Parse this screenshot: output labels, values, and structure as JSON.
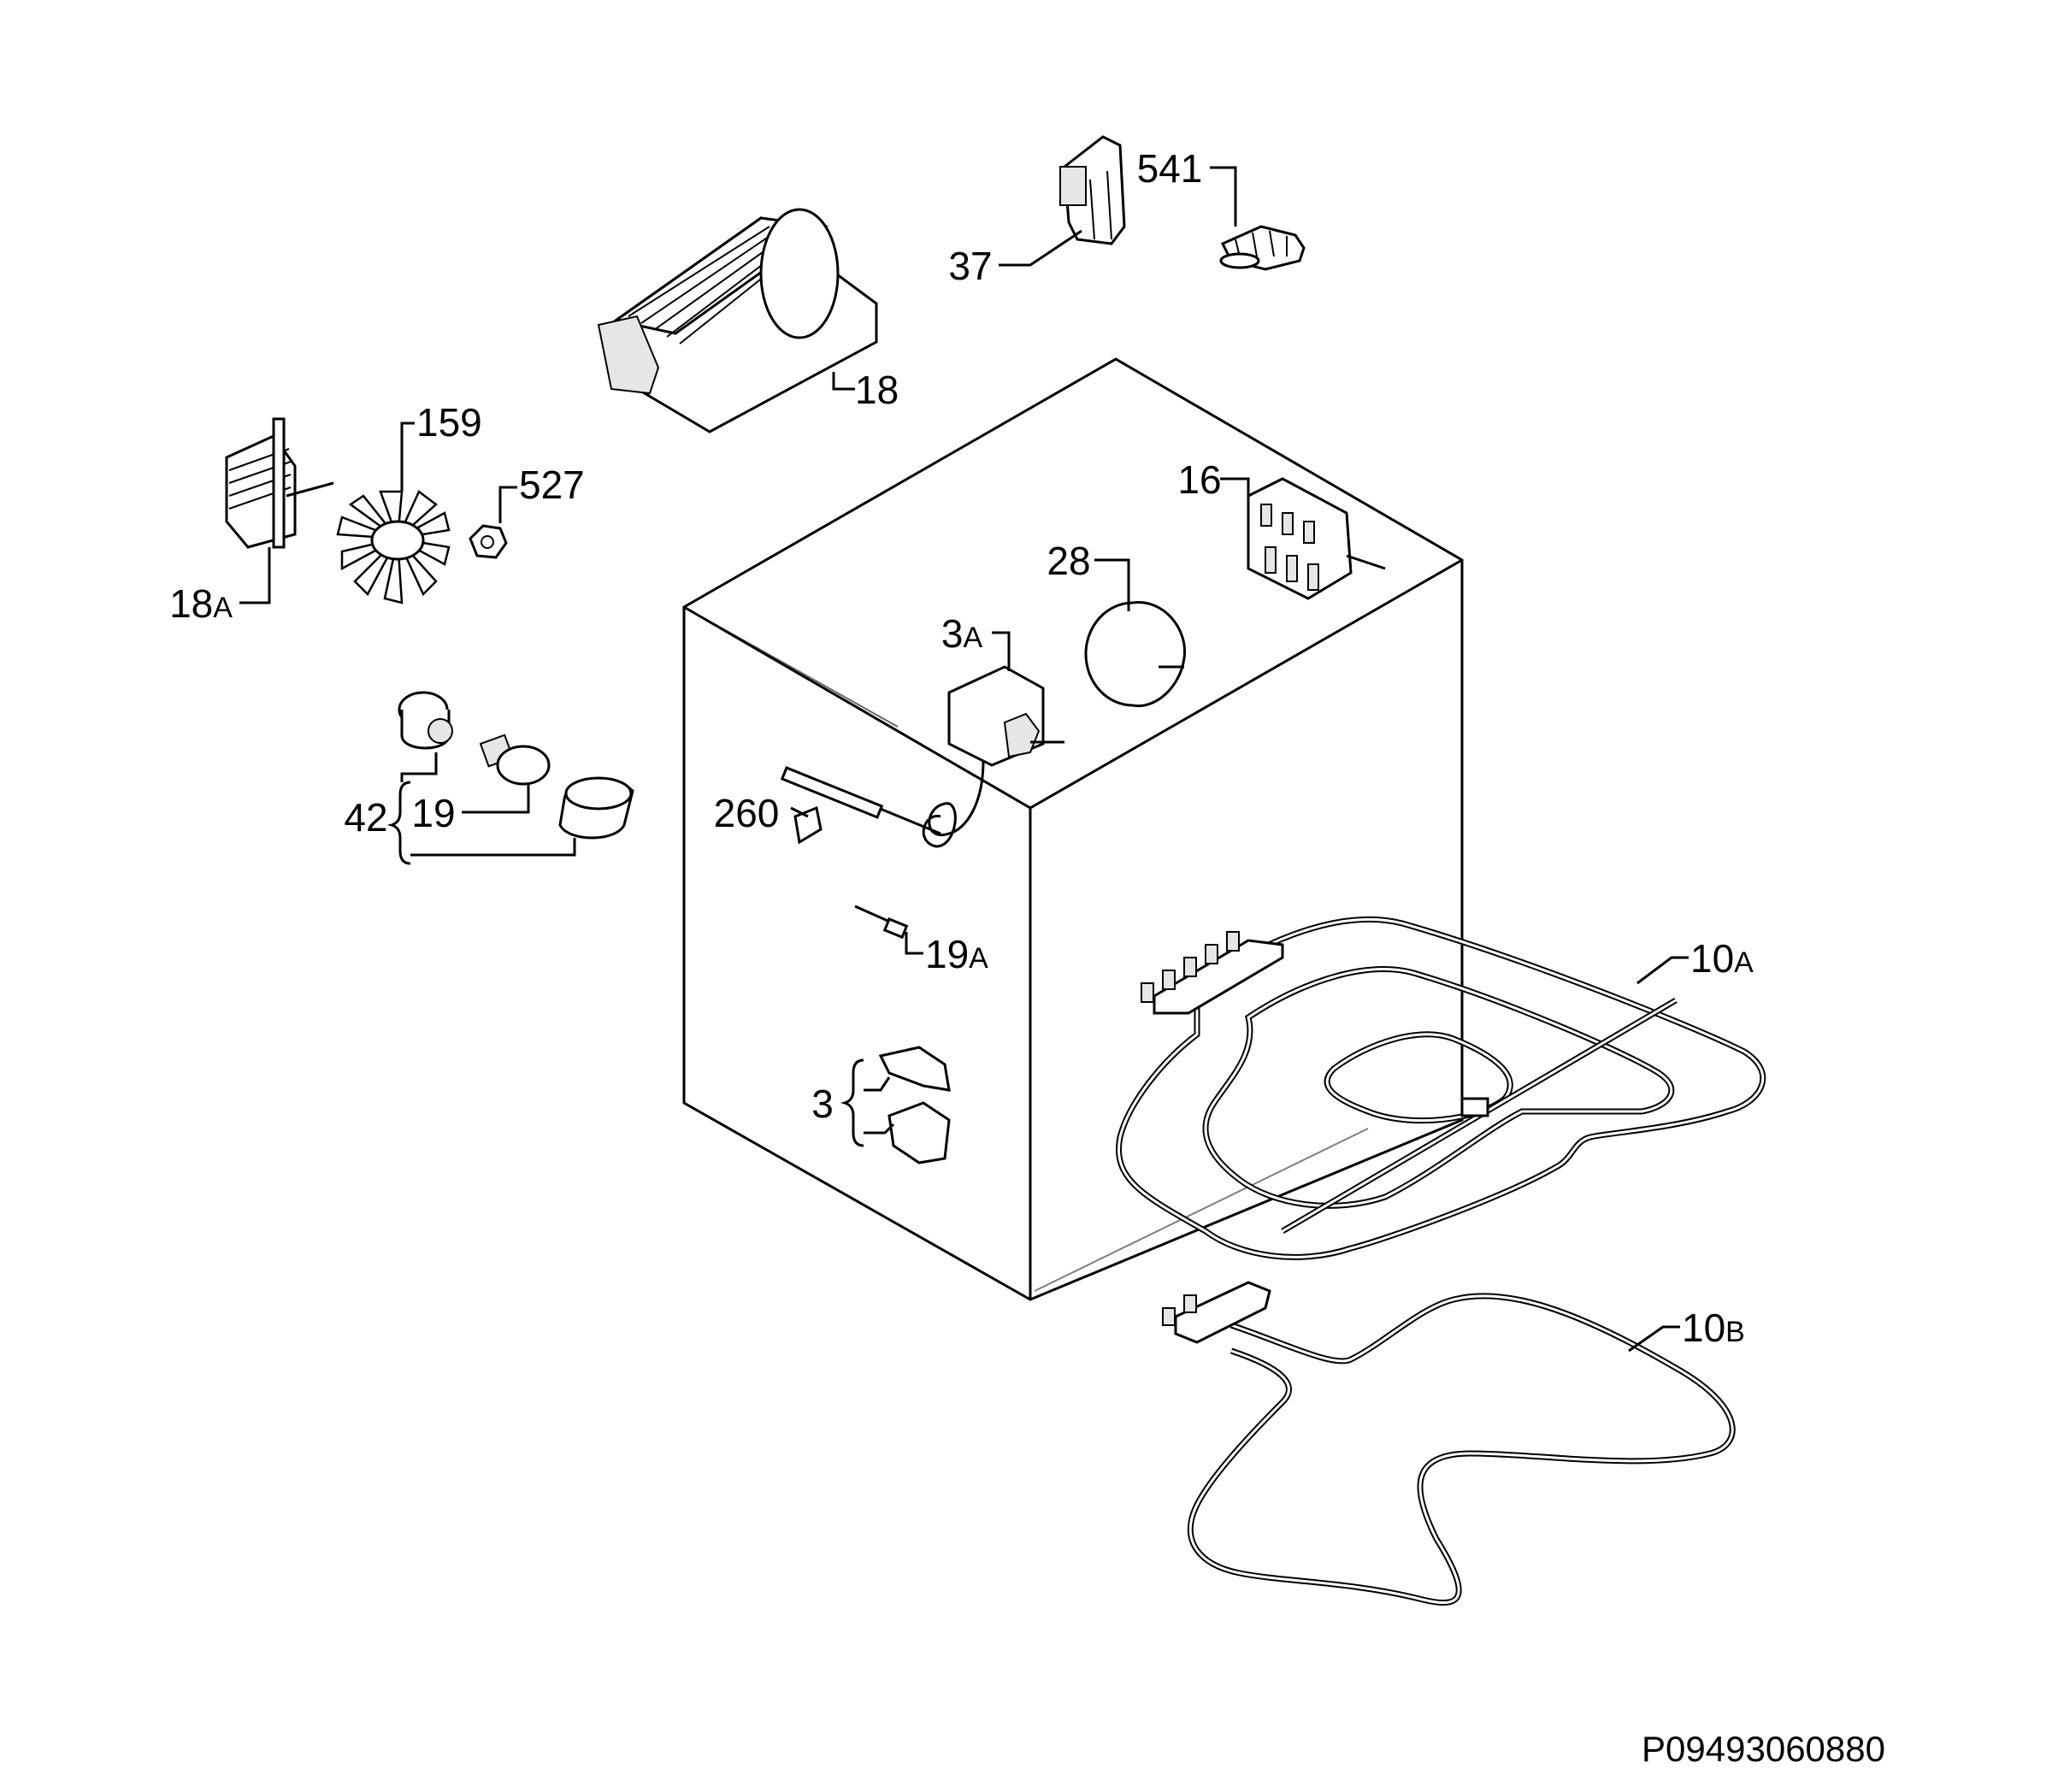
{
  "diagram_code": "P09493060880",
  "parts": {
    "p541": "541",
    "p37": "37",
    "p18": "18",
    "p159": "159",
    "p527": "527",
    "p18a": {
      "num": "18",
      "suffix": "A"
    },
    "p16": "16",
    "p28": "28",
    "p3a": {
      "num": "3",
      "suffix": "A"
    },
    "p42": "42",
    "p19": "19",
    "p260": "260",
    "p19a": {
      "num": "19",
      "suffix": "A"
    },
    "p10a": {
      "num": "10",
      "suffix": "A"
    },
    "p10b": {
      "num": "10",
      "suffix": "B"
    },
    "p3": "3"
  }
}
